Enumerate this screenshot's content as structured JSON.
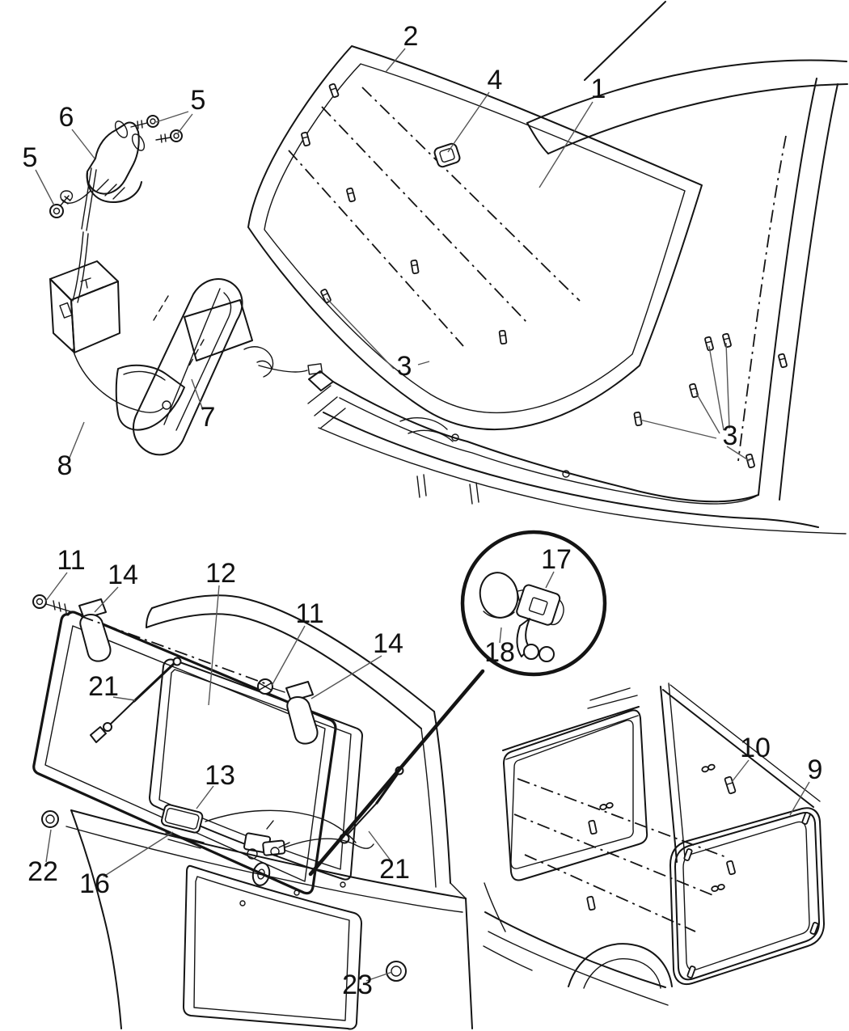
{
  "diagram": {
    "kind": "vehicle-glass-parts-diagram",
    "background": "#ffffff",
    "line_color": "#141414",
    "leader_color": "#555555",
    "text_color": "#111111"
  },
  "callouts": [
    {
      "label": "2",
      "part": "windshield-glass"
    },
    {
      "label": "4",
      "part": "mirror-mounting-button"
    },
    {
      "label": "1",
      "part": "roof-header-panel"
    },
    {
      "label": "5",
      "part": "bracket-screws-upper"
    },
    {
      "label": "6",
      "part": "mirror-support-bracket"
    },
    {
      "label": "5",
      "part": "bracket-screw-lower"
    },
    {
      "label": "3",
      "part": "windshield-clips-left"
    },
    {
      "label": "7",
      "part": "rearview-mirror"
    },
    {
      "label": "8",
      "part": "mirror-wiring-cover"
    },
    {
      "label": "3",
      "part": "windshield-clips-right"
    },
    {
      "label": "11",
      "part": "hinge-nut-left"
    },
    {
      "label": "14",
      "part": "flip-glass-hinge-left"
    },
    {
      "label": "12",
      "part": "liftgate-flip-glass"
    },
    {
      "label": "11",
      "part": "hinge-nut-center"
    },
    {
      "label": "14",
      "part": "flip-glass-hinge-right"
    },
    {
      "label": "17",
      "part": "support-bracket-detail"
    },
    {
      "label": "18",
      "part": "suction-cup-detail"
    },
    {
      "label": "21",
      "part": "glass-support-strut-left"
    },
    {
      "label": "13",
      "part": "center-high-mounted-lamp"
    },
    {
      "label": "10",
      "part": "quarter-glass-clip"
    },
    {
      "label": "9",
      "part": "quarter-glass-seal"
    },
    {
      "label": "22",
      "part": "body-grommet-left"
    },
    {
      "label": "16",
      "part": "lamp-housing"
    },
    {
      "label": "21",
      "part": "glass-support-strut-right"
    },
    {
      "label": "23",
      "part": "body-grommet-right"
    }
  ]
}
